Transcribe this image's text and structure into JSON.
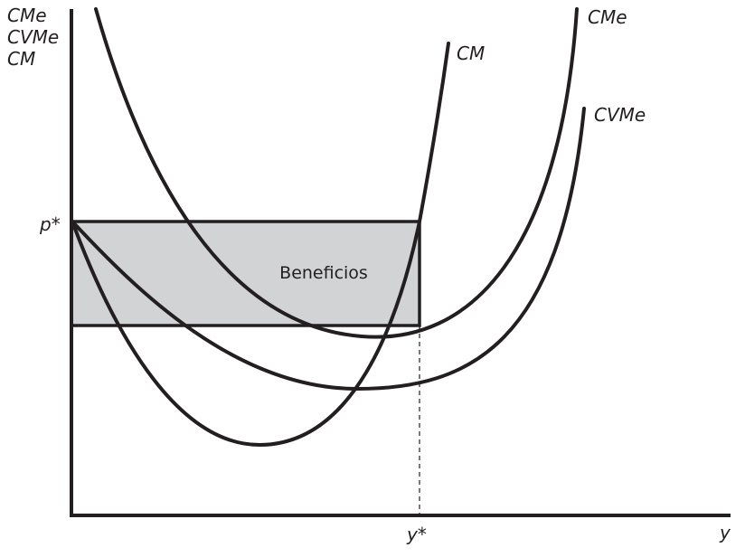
{
  "y_axis_labels": [
    "CMe",
    "CVMe",
    "CM"
  ],
  "x_axis_label": "y",
  "price_label": "p*",
  "quantity_label": "y*",
  "region_label": "Beneficios",
  "curve_labels": {
    "cme": "CMe",
    "cm": "CM",
    "cvme": "CVMe"
  },
  "colors": {
    "ink": "#231f20",
    "profit_fill": "#d1d3d4"
  }
}
